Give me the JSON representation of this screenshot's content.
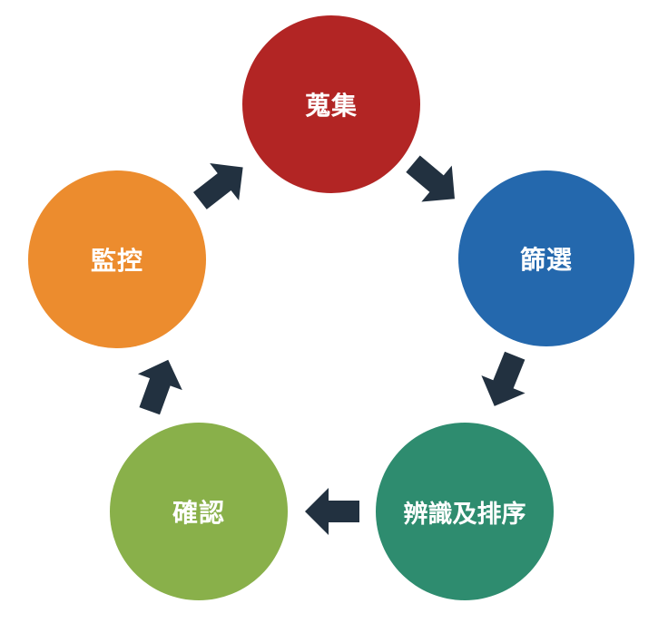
{
  "colors": {
    "collect": "#b22524",
    "screen": "#2468ad",
    "identify": "#2e8c6f",
    "confirm": "#89b04a",
    "monitor": "#ec8c2e",
    "arrow": "#223140"
  },
  "steps": [
    {
      "id": "collect",
      "label": "蒐集"
    },
    {
      "id": "screen",
      "label": "篩選"
    },
    {
      "id": "identify",
      "label": "辨識及排序"
    },
    {
      "id": "confirm",
      "label": "確認"
    },
    {
      "id": "monitor",
      "label": "監控"
    }
  ]
}
